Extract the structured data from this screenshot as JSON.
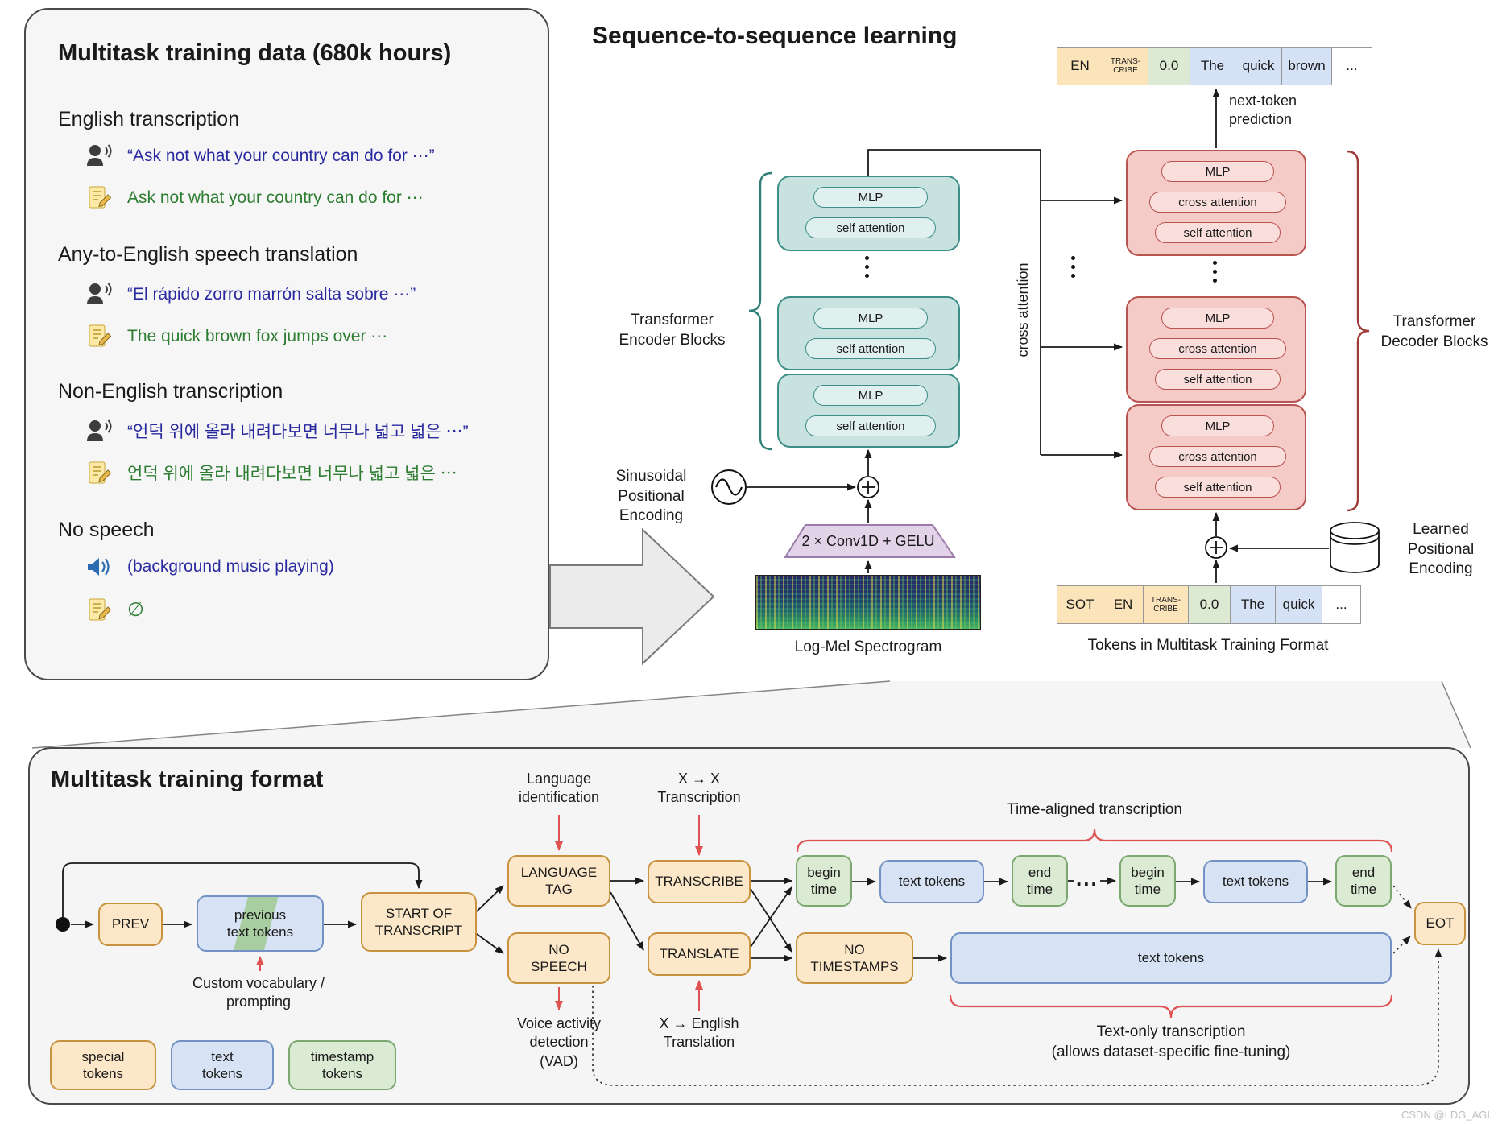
{
  "watermark": "CSDN @LDG_AGI",
  "colors": {
    "special_token": "#FBE3BA",
    "text_token": "#D5E1F4",
    "timestamp_token": "#DCEAD3",
    "encoder_block": "#C7E2DF",
    "decoder_block": "#F5CBC7",
    "annotation_red": "#E05252"
  },
  "icons": {
    "audio": "speaking-head-icon",
    "transcript": "note-pencil-icon",
    "no_speech_audio": "loudspeaker-icon"
  },
  "training_data": {
    "title": "Multitask training data (680k hours)",
    "sections": [
      {
        "heading": "English transcription",
        "audio": "“Ask not what your country can do for ⋯”",
        "text": "Ask not what your country can do for ⋯"
      },
      {
        "heading": "Any-to-English speech translation",
        "audio": "“El rápido zorro marrón salta sobre ⋯”",
        "text": "The quick brown fox jumps over ⋯"
      },
      {
        "heading": "Non-English transcription",
        "audio": "“언덕 위에 올라 내려다보면 너무나 넓고 넓은 ⋯”",
        "text": "언덕 위에 올라 내려다보면 너무나 넓고 넓은 ⋯"
      },
      {
        "heading": "No speech",
        "audio": "(background music playing)",
        "text": "∅"
      }
    ]
  },
  "seq2seq": {
    "title": "Sequence-to-sequence learning",
    "encoder_label": "Transformer\nEncoder Blocks",
    "decoder_label": "Transformer\nDecoder Blocks",
    "sinusoidal_label": "Sinusoidal\nPositional\nEncoding",
    "learned_label": "Learned\nPositional\nEncoding",
    "cross_attention_label": "cross attention",
    "next_token_label": "next-token\nprediction",
    "conv_label": "2 × Conv1D + GELU",
    "spectrogram_caption": "Log-Mel Spectrogram",
    "tokens_caption": "Tokens in Multitask Training Format",
    "block_bars": {
      "mlp": "MLP",
      "self_attention": "self attention",
      "cross_attention": "cross attention"
    },
    "output_tokens": [
      {
        "label": "EN",
        "type": "special"
      },
      {
        "label": "TRANS-\nCRIBE",
        "type": "special"
      },
      {
        "label": "0.0",
        "type": "timestamp"
      },
      {
        "label": "The",
        "type": "text"
      },
      {
        "label": "quick",
        "type": "text"
      },
      {
        "label": "brown",
        "type": "text"
      },
      {
        "label": "...",
        "type": "plain"
      }
    ],
    "input_tokens": [
      {
        "label": "SOT",
        "type": "special"
      },
      {
        "label": "EN",
        "type": "special"
      },
      {
        "label": "TRANS-\nCRIBE",
        "type": "special"
      },
      {
        "label": "0.0",
        "type": "timestamp"
      },
      {
        "label": "The",
        "type": "text"
      },
      {
        "label": "quick",
        "type": "text"
      },
      {
        "label": "...",
        "type": "plain"
      }
    ]
  },
  "format": {
    "title": "Multitask training format",
    "nodes": {
      "prev": "PREV",
      "prev_text_tokens": "previous\ntext tokens",
      "start_of_transcript": "START OF\nTRANSCRIPT",
      "language_tag": "LANGUAGE\nTAG",
      "no_speech": "NO\nSPEECH",
      "transcribe": "TRANSCRIBE",
      "translate": "TRANSLATE",
      "begin_time": "begin\ntime",
      "text_tokens": "text tokens",
      "end_time": "end\ntime",
      "no_timestamps": "NO\nTIMESTAMPS",
      "eot": "EOT",
      "dots": "..."
    },
    "annotations": {
      "language_id": "Language\nidentification",
      "xx_transcription": "X → X\nTranscription",
      "custom_vocab": "Custom vocabulary /\nprompting",
      "vad": "Voice activity\ndetection\n(VAD)",
      "x_english": "X → English\nTranslation",
      "time_aligned": "Time-aligned transcription",
      "text_only": "Text-only transcription\n(allows dataset-specific fine-tuning)"
    },
    "legend": [
      {
        "label": "special\ntokens",
        "type": "special"
      },
      {
        "label": "text\ntokens",
        "type": "text"
      },
      {
        "label": "timestamp\ntokens",
        "type": "timestamp"
      }
    ]
  }
}
